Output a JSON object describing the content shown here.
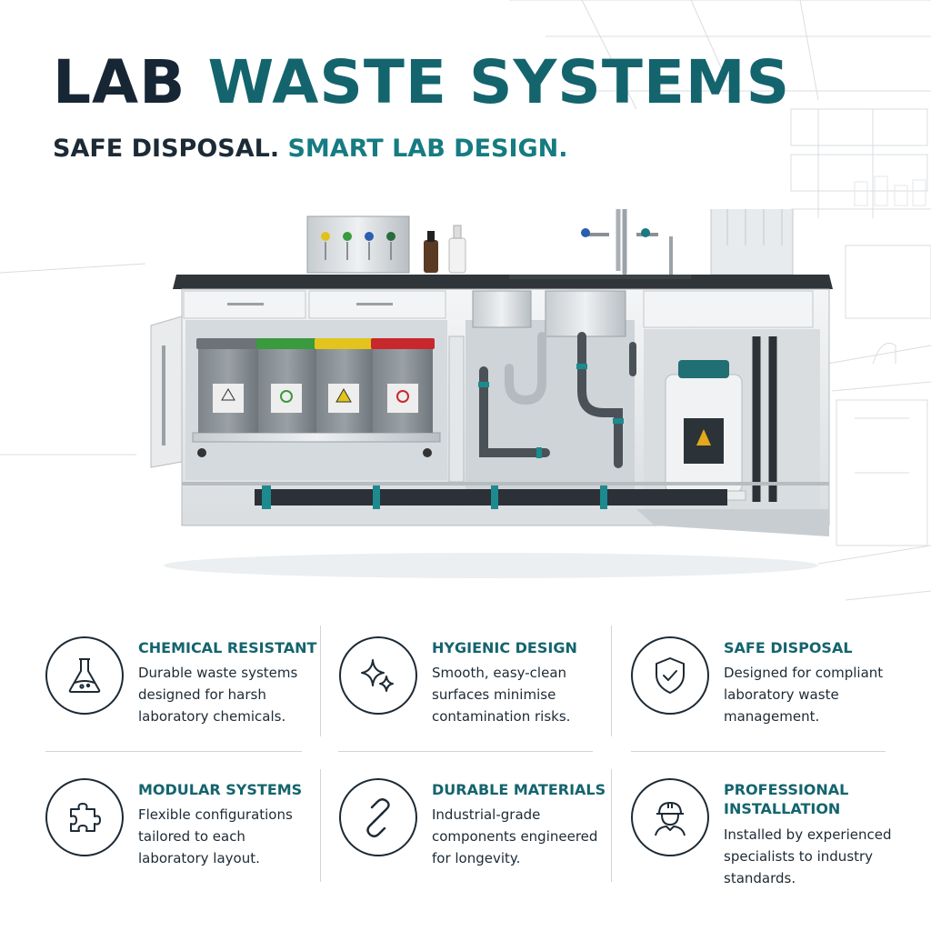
{
  "header": {
    "title_part1": "LAB",
    "title_part2": "WASTE SYSTEMS",
    "subtitle_part1": "SAFE DISPOSAL.",
    "subtitle_part2": "SMART LAB DESIGN."
  },
  "colors": {
    "navy": "#162634",
    "teal": "#14646e",
    "bin_lids": [
      "#6b7378",
      "#3a9a3e",
      "#e3c41c",
      "#c8282c"
    ]
  },
  "features": [
    {
      "icon": "flask-icon",
      "title": "CHEMICAL RESISTANT",
      "desc": [
        "Durable waste systems",
        "designed for harsh",
        "laboratory chemicals."
      ]
    },
    {
      "icon": "sparkles-icon",
      "title": "HYGIENIC DESIGN",
      "desc": [
        "Smooth, easy-clean",
        "surfaces minimise",
        "contamination risks."
      ]
    },
    {
      "icon": "shield-check-icon",
      "title": "SAFE DISPOSAL",
      "desc": [
        "Designed for compliant",
        "laboratory waste",
        "management."
      ]
    },
    {
      "icon": "puzzle-icon",
      "title": "MODULAR SYSTEMS",
      "desc": [
        "Flexible configurations",
        "tailored to each",
        "laboratory layout."
      ]
    },
    {
      "icon": "link-icon",
      "title": "DURABLE MATERIALS",
      "desc": [
        "Industrial-grade",
        "components engineered",
        "for longevity."
      ]
    },
    {
      "icon": "worker-hardhat-icon",
      "title": [
        "PROFESSIONAL",
        "INSTALLATION"
      ],
      "desc": [
        "Installed by experienced",
        "specialists to industry",
        "standards."
      ]
    }
  ]
}
